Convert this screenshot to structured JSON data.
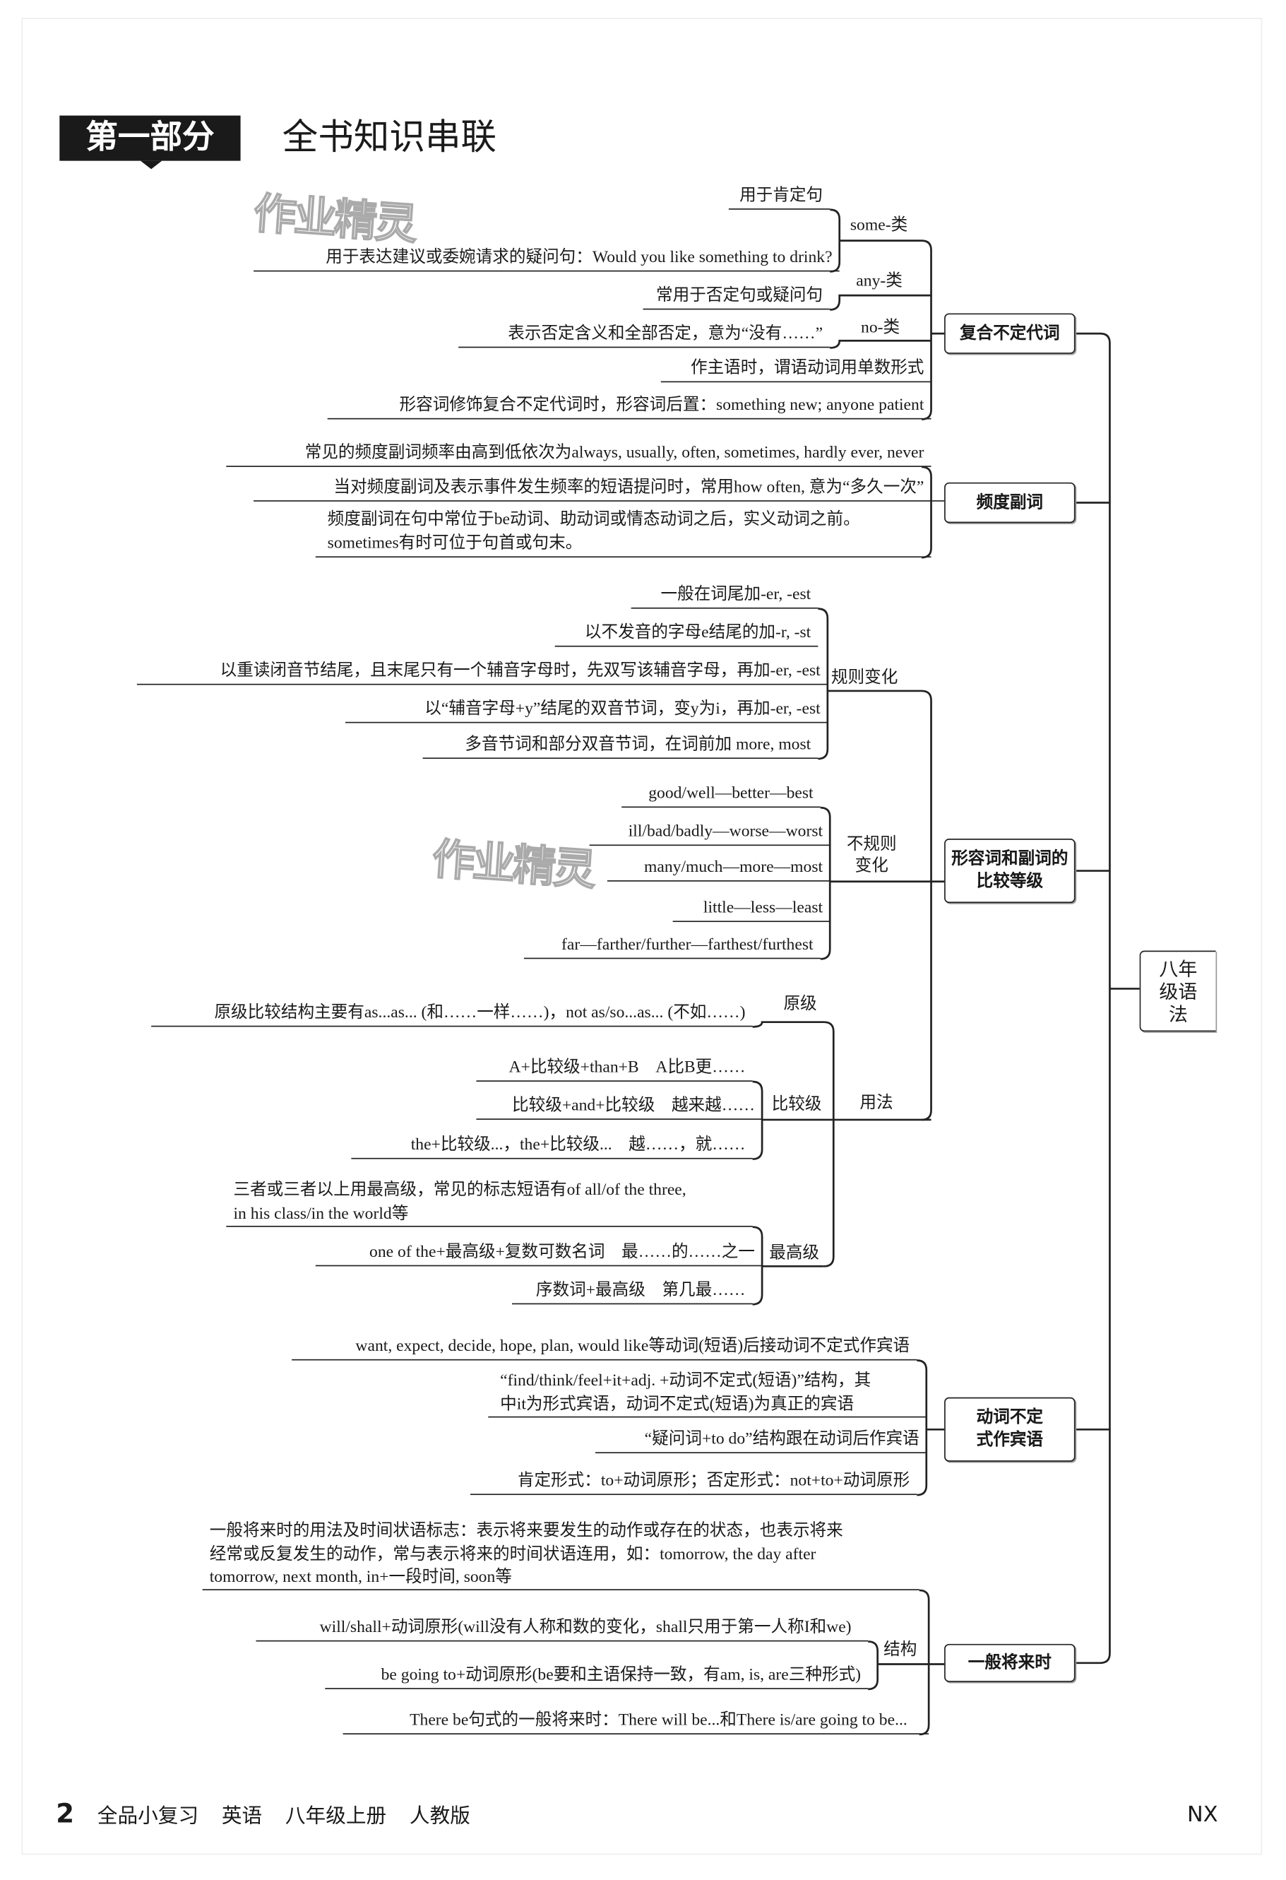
{
  "header": {
    "part": "第一部分",
    "title": "全书知识串联"
  },
  "watermark": "作业精灵",
  "root": "八年级语法",
  "s1": {
    "title": "复合不定代词",
    "some_label": "some-类",
    "any_label": "any-类",
    "no_label": "no-类",
    "items": [
      "用于肯定句",
      "用于表达建议或委婉请求的疑问句：Would you like something to drink?",
      "常用于否定句或疑问句",
      "表示否定含义和全部否定，意为“没有……”",
      "作主语时，谓语动词用单数形式",
      "形容词修饰复合不定代词时，形容词后置：something new; anyone patient"
    ]
  },
  "s2": {
    "title": "频度副词",
    "items": [
      "常见的频度副词频率由高到低依次为always, usually, often, sometimes, hardly ever, never",
      "当对频度副词及表示事件发生频率的短语提问时，常用how often, 意为“多久一次”",
      "频度副词在句中常位于be动词、助动词或情态动词之后，实义动词之前。",
      "sometimes有时可位于句首或句末。"
    ]
  },
  "s3": {
    "title": "形容词和副词的比较等级",
    "regular_label": "规则变化",
    "regular": [
      "一般在词尾加-er, -est",
      "以不发音的字母e结尾的加-r, -st",
      "以重读闭音节结尾，且末尾只有一个辅音字母时，先双写该辅音字母，再加-er, -est",
      "以“辅音字母+y”结尾的双音节词，变y为i，再加-er, -est",
      "多音节词和部分双音节词，在词前加 more, most"
    ],
    "irregular_label": [
      "不规则",
      "变化"
    ],
    "irregular": [
      "good/well—better—best",
      "ill/bad/badly—worse—worst",
      "many/much—more—most",
      "little—less—least",
      "far—farther/further—farthest/furthest"
    ],
    "usage_label": "用法",
    "positive_label": "原级",
    "positive": "原级比较结构主要有as...as... (和……一样……)，not as/so...as... (不如……)",
    "comparative_label": "比较级",
    "comparative": [
      "A+比较级+than+B　A比B更……",
      "比较级+and+比较级　越来越……",
      "the+比较级...，the+比较级...　越……，就……"
    ],
    "superlative_label": "最高级",
    "superlative": [
      "三者或三者以上用最高级，常见的标志短语有of all/of the three,",
      "in his class/in the world等",
      "one of the+最高级+复数可数名词　最……的……之一",
      "序数词+最高级　第几最……"
    ]
  },
  "s4": {
    "title": [
      "动词不定",
      "式作宾语"
    ],
    "items": [
      "want, expect, decide, hope, plan, would like等动词(短语)后接动词不定式作宾语",
      "“find/think/feel+it+adj. +动词不定式(短语)”结构，其",
      "中it为形式宾语，动词不定式(短语)为真正的宾语",
      "“疑问词+to do”结构跟在动词后作宾语",
      "肯定形式：to+动词原形；否定形式：not+to+动词原形"
    ]
  },
  "s5": {
    "title": "一般将来时",
    "usage": [
      "一般将来时的用法及时间状语标志：表示将来要发生的动作或存在的状态，也表示将来",
      "经常或反复发生的动作，常与表示将来的时间状语连用，如：tomorrow, the day after",
      "tomorrow, next month, in+一段时间, soon等"
    ],
    "structure_label": "结构",
    "structure": [
      "will/shall+动词原形(will没有人称和数的变化，shall只用于第一人称I和we)",
      "be going to+动词原形(be要和主语保持一致，有am, is, are三种形式)"
    ],
    "there_be": "There be句式的一般将来时：There will be...和There is/are going to be..."
  },
  "footer": {
    "page": "2",
    "book": "全品小复习",
    "subject": "英语",
    "grade": "八年级上册",
    "edition": "人教版",
    "code": "NX"
  }
}
